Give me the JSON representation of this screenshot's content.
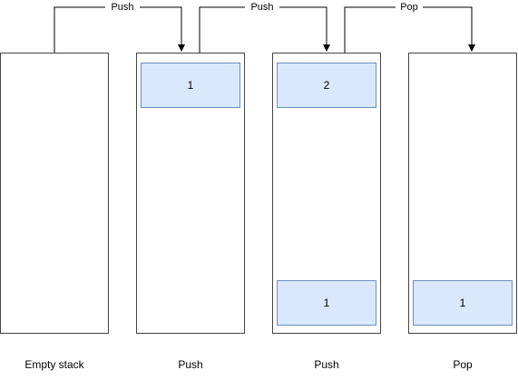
{
  "stacks": [
    {
      "caption": "Empty stack",
      "items": []
    },
    {
      "caption": "Push",
      "items": [
        {
          "value": "1"
        }
      ]
    },
    {
      "caption": "Push",
      "items": [
        {
          "value": "2"
        },
        {
          "value": "1"
        }
      ]
    },
    {
      "caption": "Pop",
      "items": [
        {
          "value": "1"
        }
      ]
    }
  ],
  "edges": [
    {
      "label": "Push"
    },
    {
      "label": "Push"
    },
    {
      "label": "Pop"
    }
  ],
  "colors": {
    "item_fill": "#dae8fc",
    "item_stroke": "#6c8ebf",
    "stack_stroke": "#444444"
  }
}
